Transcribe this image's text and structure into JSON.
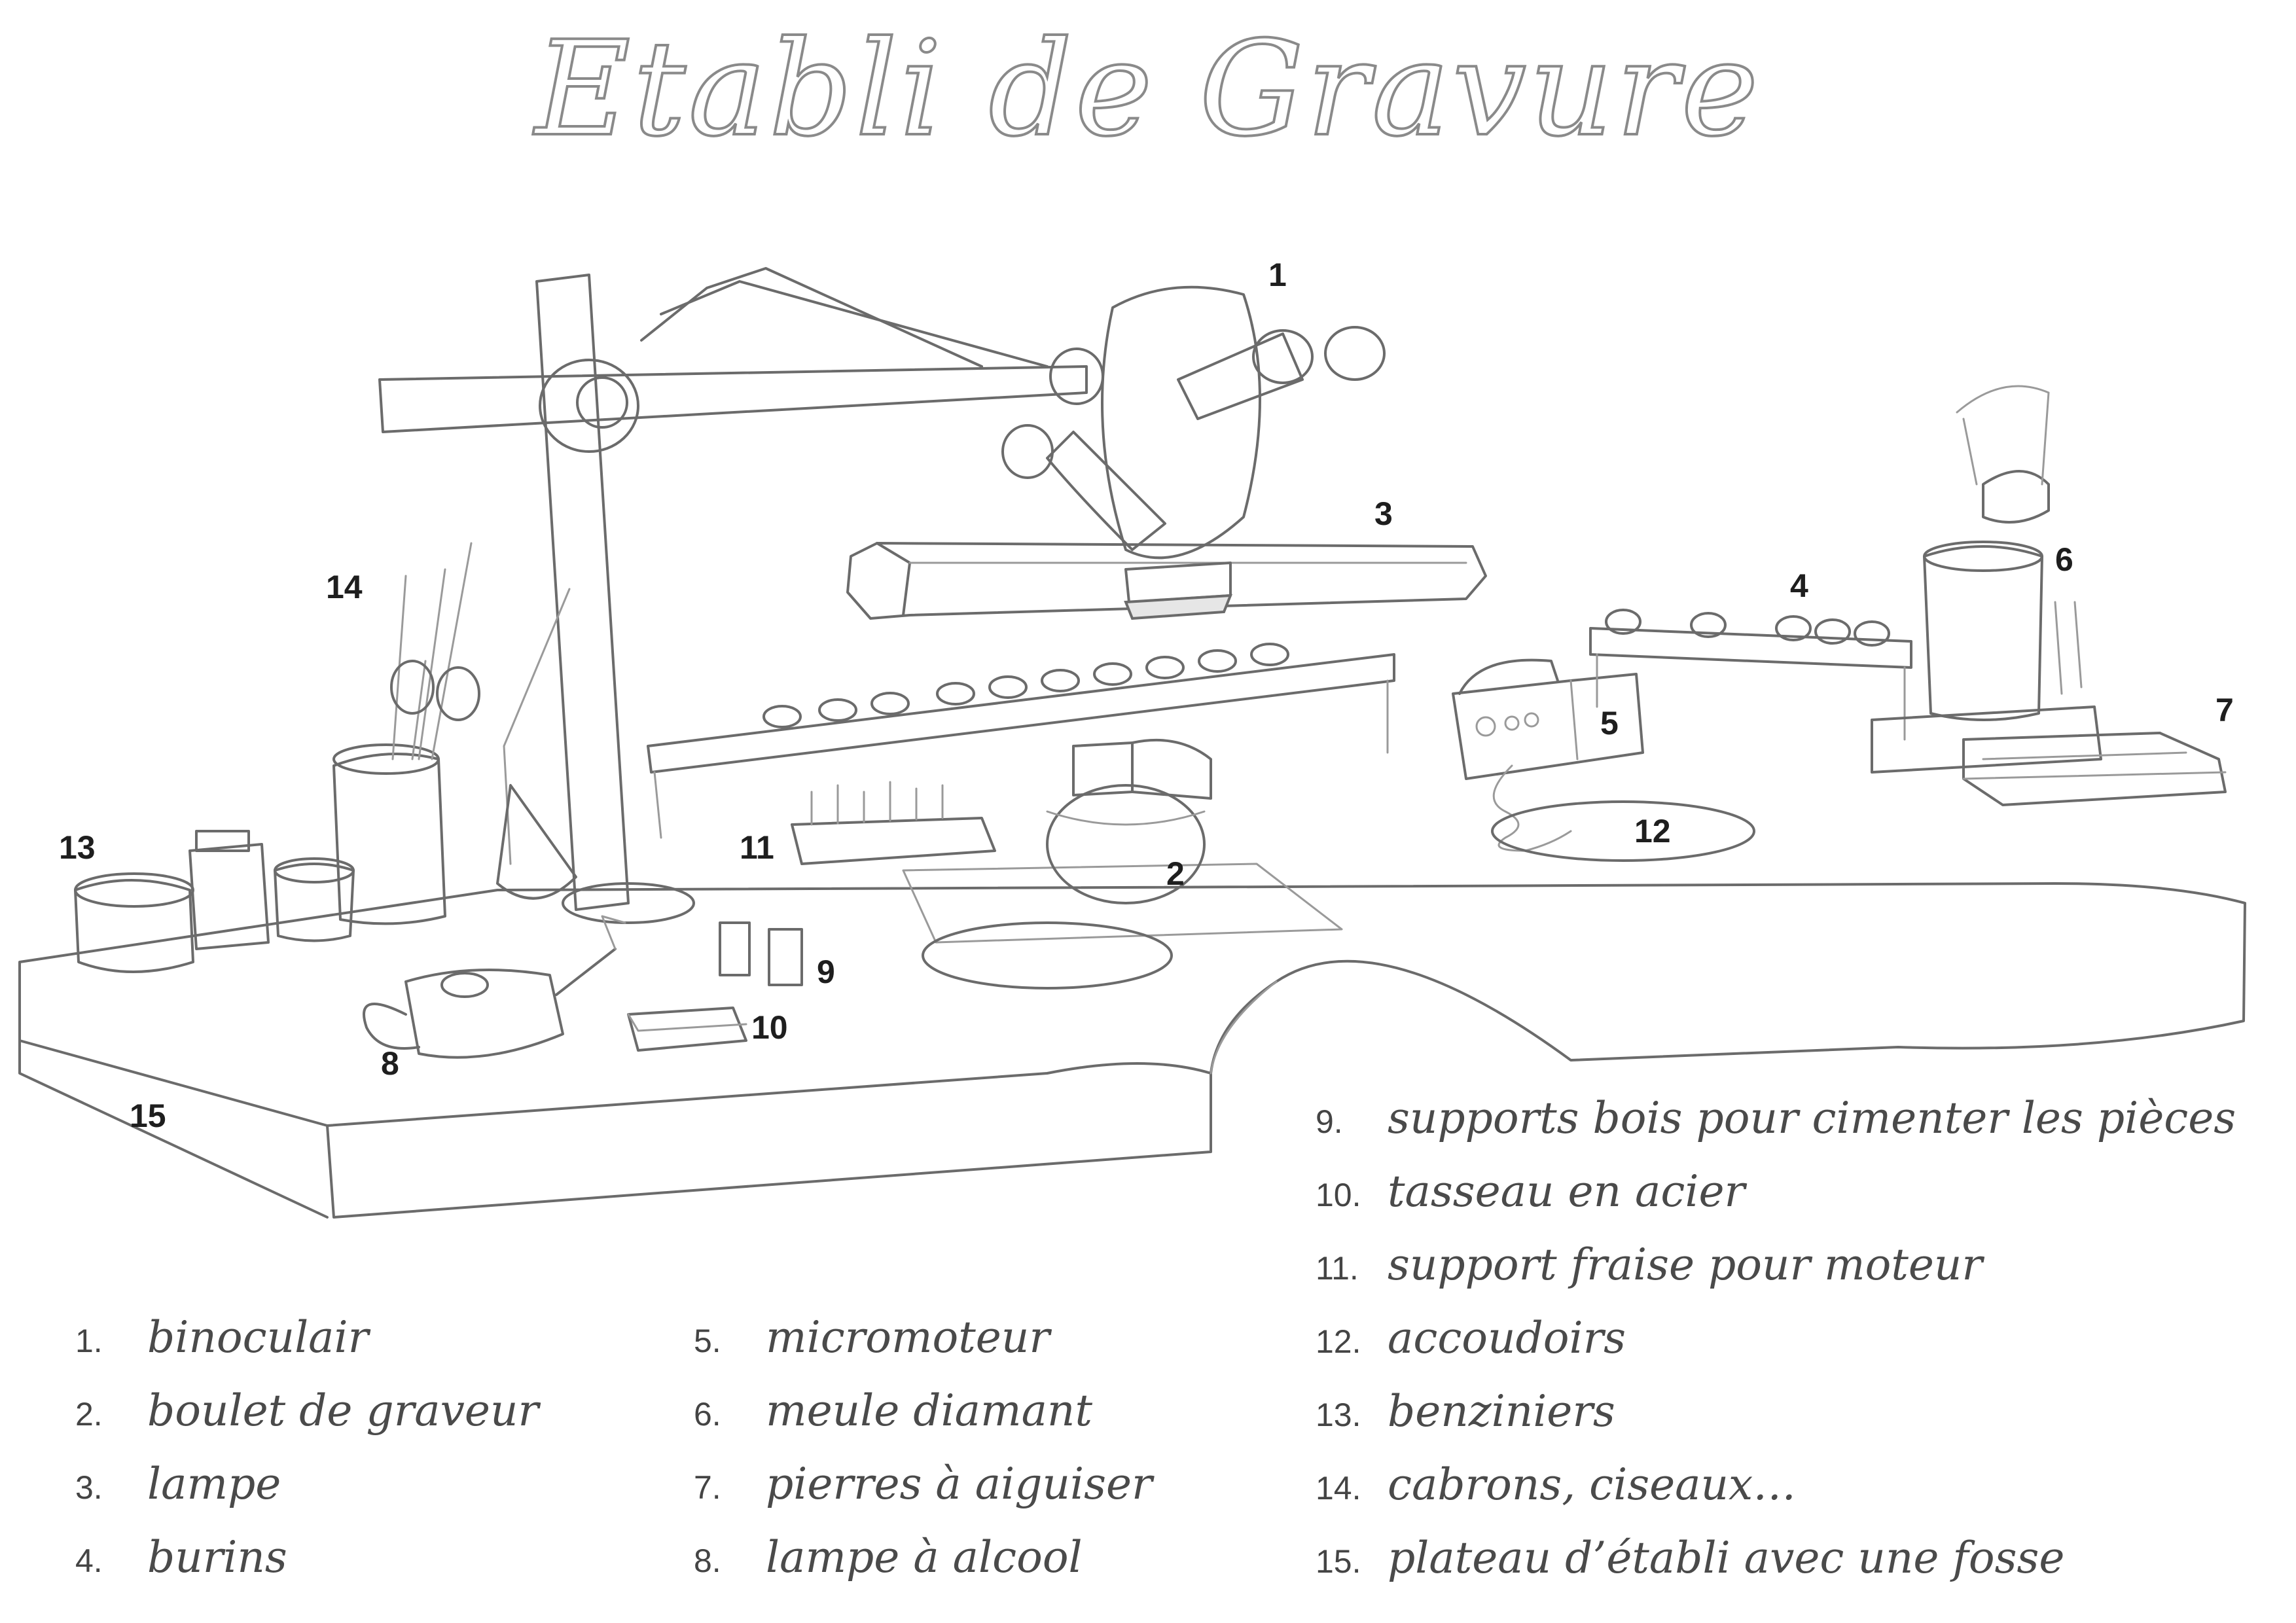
{
  "title": "Etabli de Gravure",
  "callouts": [
    {
      "id": "1",
      "label": "1"
    },
    {
      "id": "2",
      "label": "2"
    },
    {
      "id": "3",
      "label": "3"
    },
    {
      "id": "4",
      "label": "4"
    },
    {
      "id": "5",
      "label": "5"
    },
    {
      "id": "6",
      "label": "6"
    },
    {
      "id": "7",
      "label": "7"
    },
    {
      "id": "8",
      "label": "8"
    },
    {
      "id": "9",
      "label": "9"
    },
    {
      "id": "10",
      "label": "10"
    },
    {
      "id": "11",
      "label": "11"
    },
    {
      "id": "12",
      "label": "12"
    },
    {
      "id": "13",
      "label": "13"
    },
    {
      "id": "14",
      "label": "14"
    },
    {
      "id": "15",
      "label": "15"
    }
  ],
  "legend": [
    {
      "num": "1.",
      "text": "binoculair"
    },
    {
      "num": "2.",
      "text": "boulet de graveur"
    },
    {
      "num": "3.",
      "text": "lampe"
    },
    {
      "num": "4.",
      "text": "burins"
    },
    {
      "num": "5.",
      "text": "micromoteur"
    },
    {
      "num": "6.",
      "text": "meule diamant"
    },
    {
      "num": "7.",
      "text": "pierres à aiguiser"
    },
    {
      "num": "8.",
      "text": "lampe à alcool"
    },
    {
      "num": "9.",
      "text": "supports bois pour cimenter les pièces"
    },
    {
      "num": "10.",
      "text": "tasseau en acier"
    },
    {
      "num": "11.",
      "text": "support fraise pour moteur"
    },
    {
      "num": "12.",
      "text": "accoudoirs"
    },
    {
      "num": "13.",
      "text": "benziniers"
    },
    {
      "num": "14.",
      "text": "cabrons, ciseaux…"
    },
    {
      "num": "15.",
      "text": "plateau d’établi avec une fosse"
    }
  ]
}
